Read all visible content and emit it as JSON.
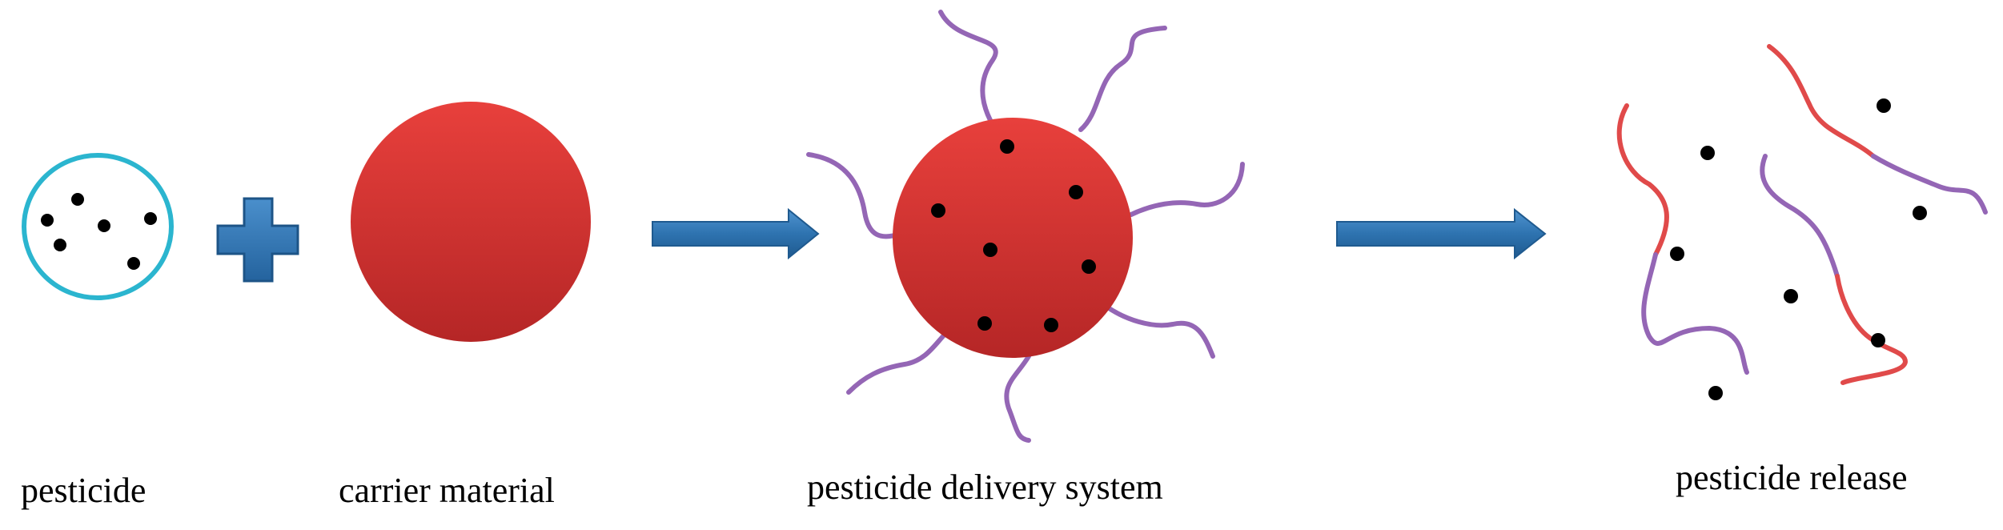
{
  "labels": {
    "pesticide": "pesticide",
    "carrier": "carrier material",
    "delivery": "pesticide delivery system",
    "release": "pesticide release"
  },
  "colors": {
    "capsule_outline": "#2bb5cf",
    "plus": "#2e79b8",
    "arrow": "#2e73b0",
    "sphere_top": "#e8403c",
    "sphere_bottom": "#b72828",
    "polymer_purple": "#9466b5",
    "polymer_red": "#e04a4a",
    "dot": "#000000"
  },
  "icons": [
    "plus-icon",
    "right-arrow-icon"
  ]
}
